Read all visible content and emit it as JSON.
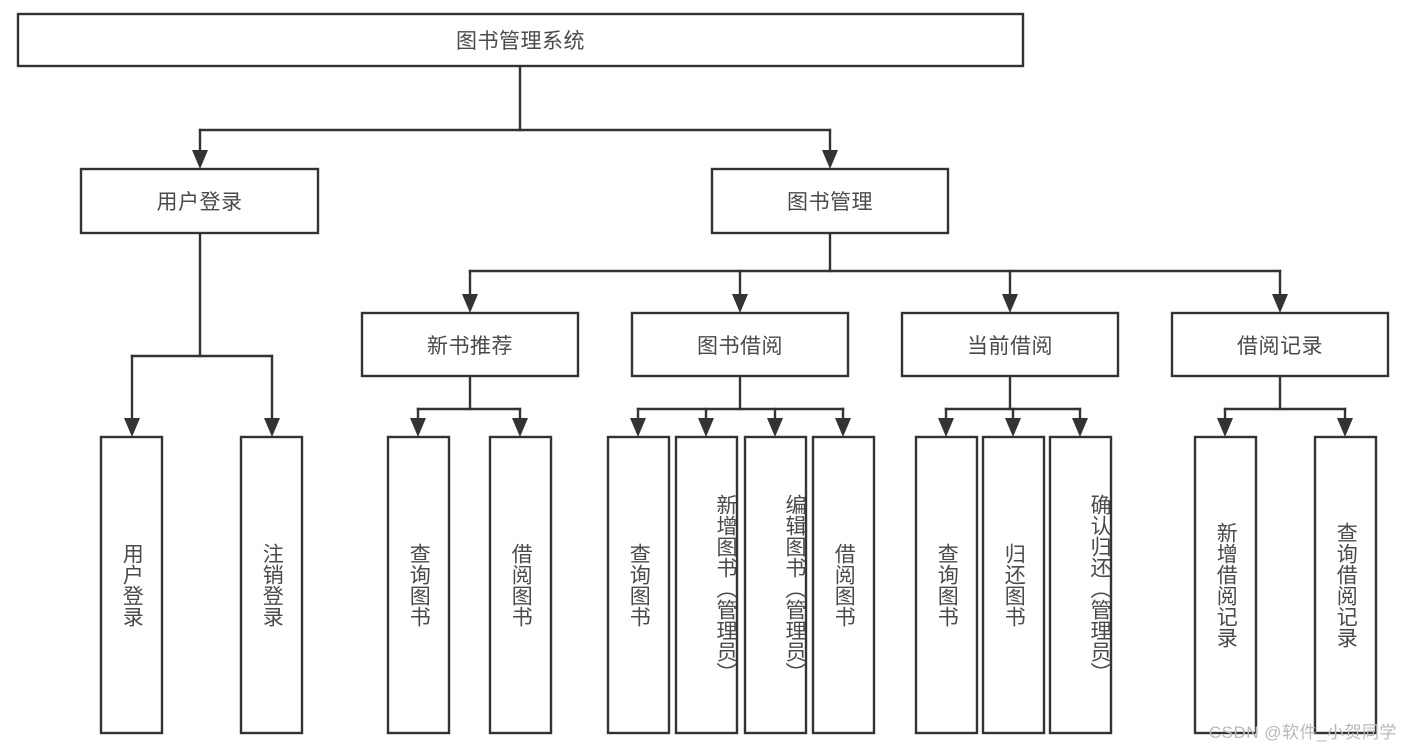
{
  "diagram": {
    "type": "tree",
    "title": "图书管理系统",
    "orientation": "top-down",
    "colors": {
      "box_stroke": "#333333",
      "box_fill": "#ffffff",
      "text": "#4a4a4a",
      "connector": "#333333",
      "background": "#ffffff",
      "watermark": "#b9b9b9"
    },
    "root": {
      "label": "图书管理系统"
    },
    "level2": [
      {
        "label": "用户登录"
      },
      {
        "label": "图书管理"
      }
    ],
    "level3": [
      {
        "label": "新书推荐"
      },
      {
        "label": "图书借阅"
      },
      {
        "label": "当前借阅"
      },
      {
        "label": "借阅记录"
      }
    ],
    "leaves": {
      "user_login": [
        {
          "label": "用户登录"
        },
        {
          "label": "注销登录"
        }
      ],
      "new_book_recommend": [
        {
          "label": "查询图书"
        },
        {
          "label": "借阅图书"
        }
      ],
      "book_borrow": [
        {
          "label": "查询图书"
        },
        {
          "label": "新增图书（管理员）"
        },
        {
          "label": "编辑图书（管理员）"
        },
        {
          "label": "借阅图书"
        }
      ],
      "current_borrow": [
        {
          "label": "查询图书"
        },
        {
          "label": "归还图书"
        },
        {
          "label": "确认归还（管理员）"
        }
      ],
      "borrow_record": [
        {
          "label": "新增借阅记录"
        },
        {
          "label": "查询借阅记录"
        }
      ]
    },
    "watermark": "CSDN @软件_小贺同学"
  }
}
